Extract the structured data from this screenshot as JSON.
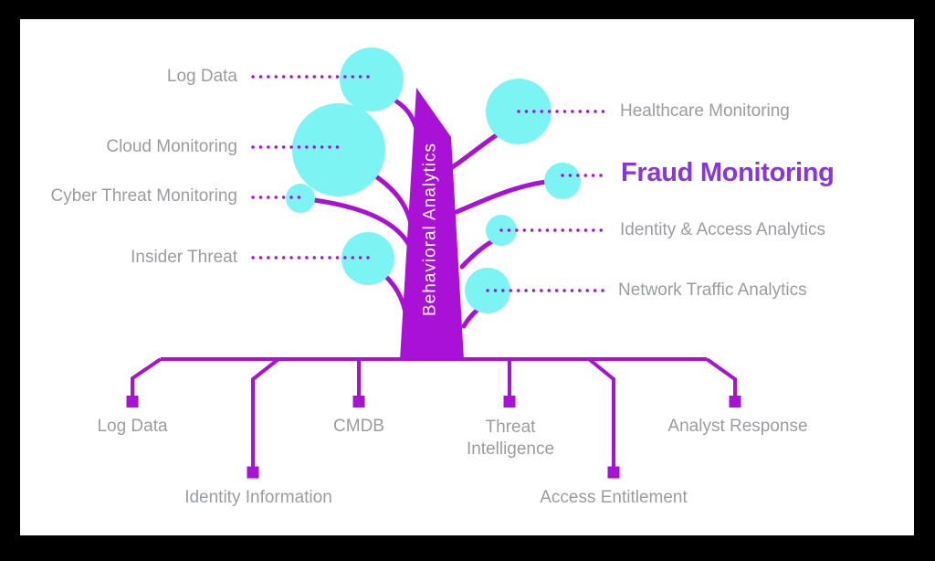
{
  "colors": {
    "black": "#000000",
    "panel": "#ffffff",
    "purple": "#a911d6",
    "accent": "#8a35e0",
    "cyan": "#7cf4f4",
    "gray": "#9b9ca0"
  },
  "trunk": {
    "label": "Behavioral Analytics"
  },
  "left_branches": [
    {
      "label": "Log Data"
    },
    {
      "label": "Cloud Monitoring"
    },
    {
      "label": "Cyber Threat Monitoring"
    },
    {
      "label": "Insider Threat"
    }
  ],
  "right_branches": [
    {
      "label": "Healthcare Monitoring",
      "highlighted": false
    },
    {
      "label": "Fraud Monitoring",
      "highlighted": true
    },
    {
      "label": "Identity & Access Analytics",
      "highlighted": false
    },
    {
      "label": "Network Traffic Analytics",
      "highlighted": false
    }
  ],
  "roots": [
    {
      "label": "Log Data"
    },
    {
      "label": "Identity Information"
    },
    {
      "label": "CMDB"
    },
    {
      "label": "Threat Intelligence"
    },
    {
      "label": "Access Entitlement"
    },
    {
      "label": "Analyst Response"
    }
  ]
}
